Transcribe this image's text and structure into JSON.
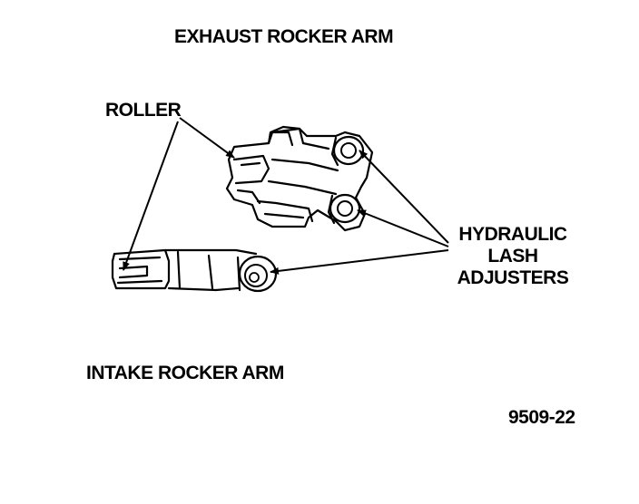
{
  "labels": {
    "exhaust_rocker_arm": "EXHAUST ROCKER ARM",
    "roller": "ROLLER",
    "hydraulic_lash_adjusters": [
      "HYDRAULIC",
      "LASH",
      "ADJUSTERS"
    ],
    "intake_rocker_arm": "INTAKE ROCKER ARM",
    "figure_number": "9509-22"
  },
  "colors": {
    "ink": "#000000",
    "background": "#ffffff"
  }
}
